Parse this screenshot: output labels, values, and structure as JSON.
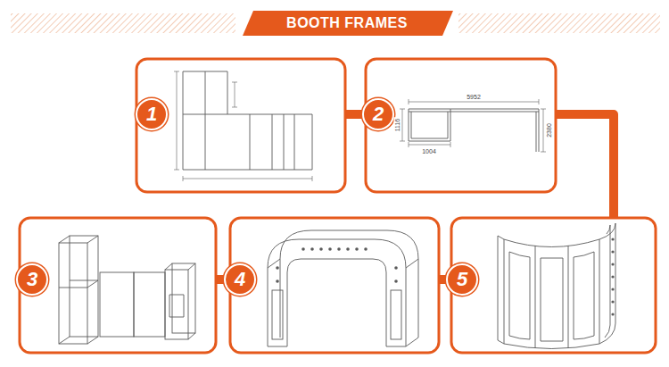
{
  "diagram": {
    "title": "BOOTH FRAMES",
    "nodes": [
      {
        "text": [
          "1"
        ]
      },
      {
        "text": [
          "2"
        ]
      },
      {
        "text": [
          "3"
        ]
      },
      {
        "text": [
          "4"
        ]
      },
      {
        "text": [
          "5"
        ]
      }
    ],
    "edges": [
      {
        "from": 0,
        "to": 1,
        "arrow": "none"
      },
      {
        "from": 1,
        "to": 4,
        "arrow": "none"
      },
      {
        "from": 2,
        "to": 3,
        "arrow": "none"
      },
      {
        "from": 3,
        "to": 4,
        "arrow": "none"
      }
    ],
    "labels": [
      "5952",
      "1116",
      "1004",
      "2380"
    ]
  }
}
